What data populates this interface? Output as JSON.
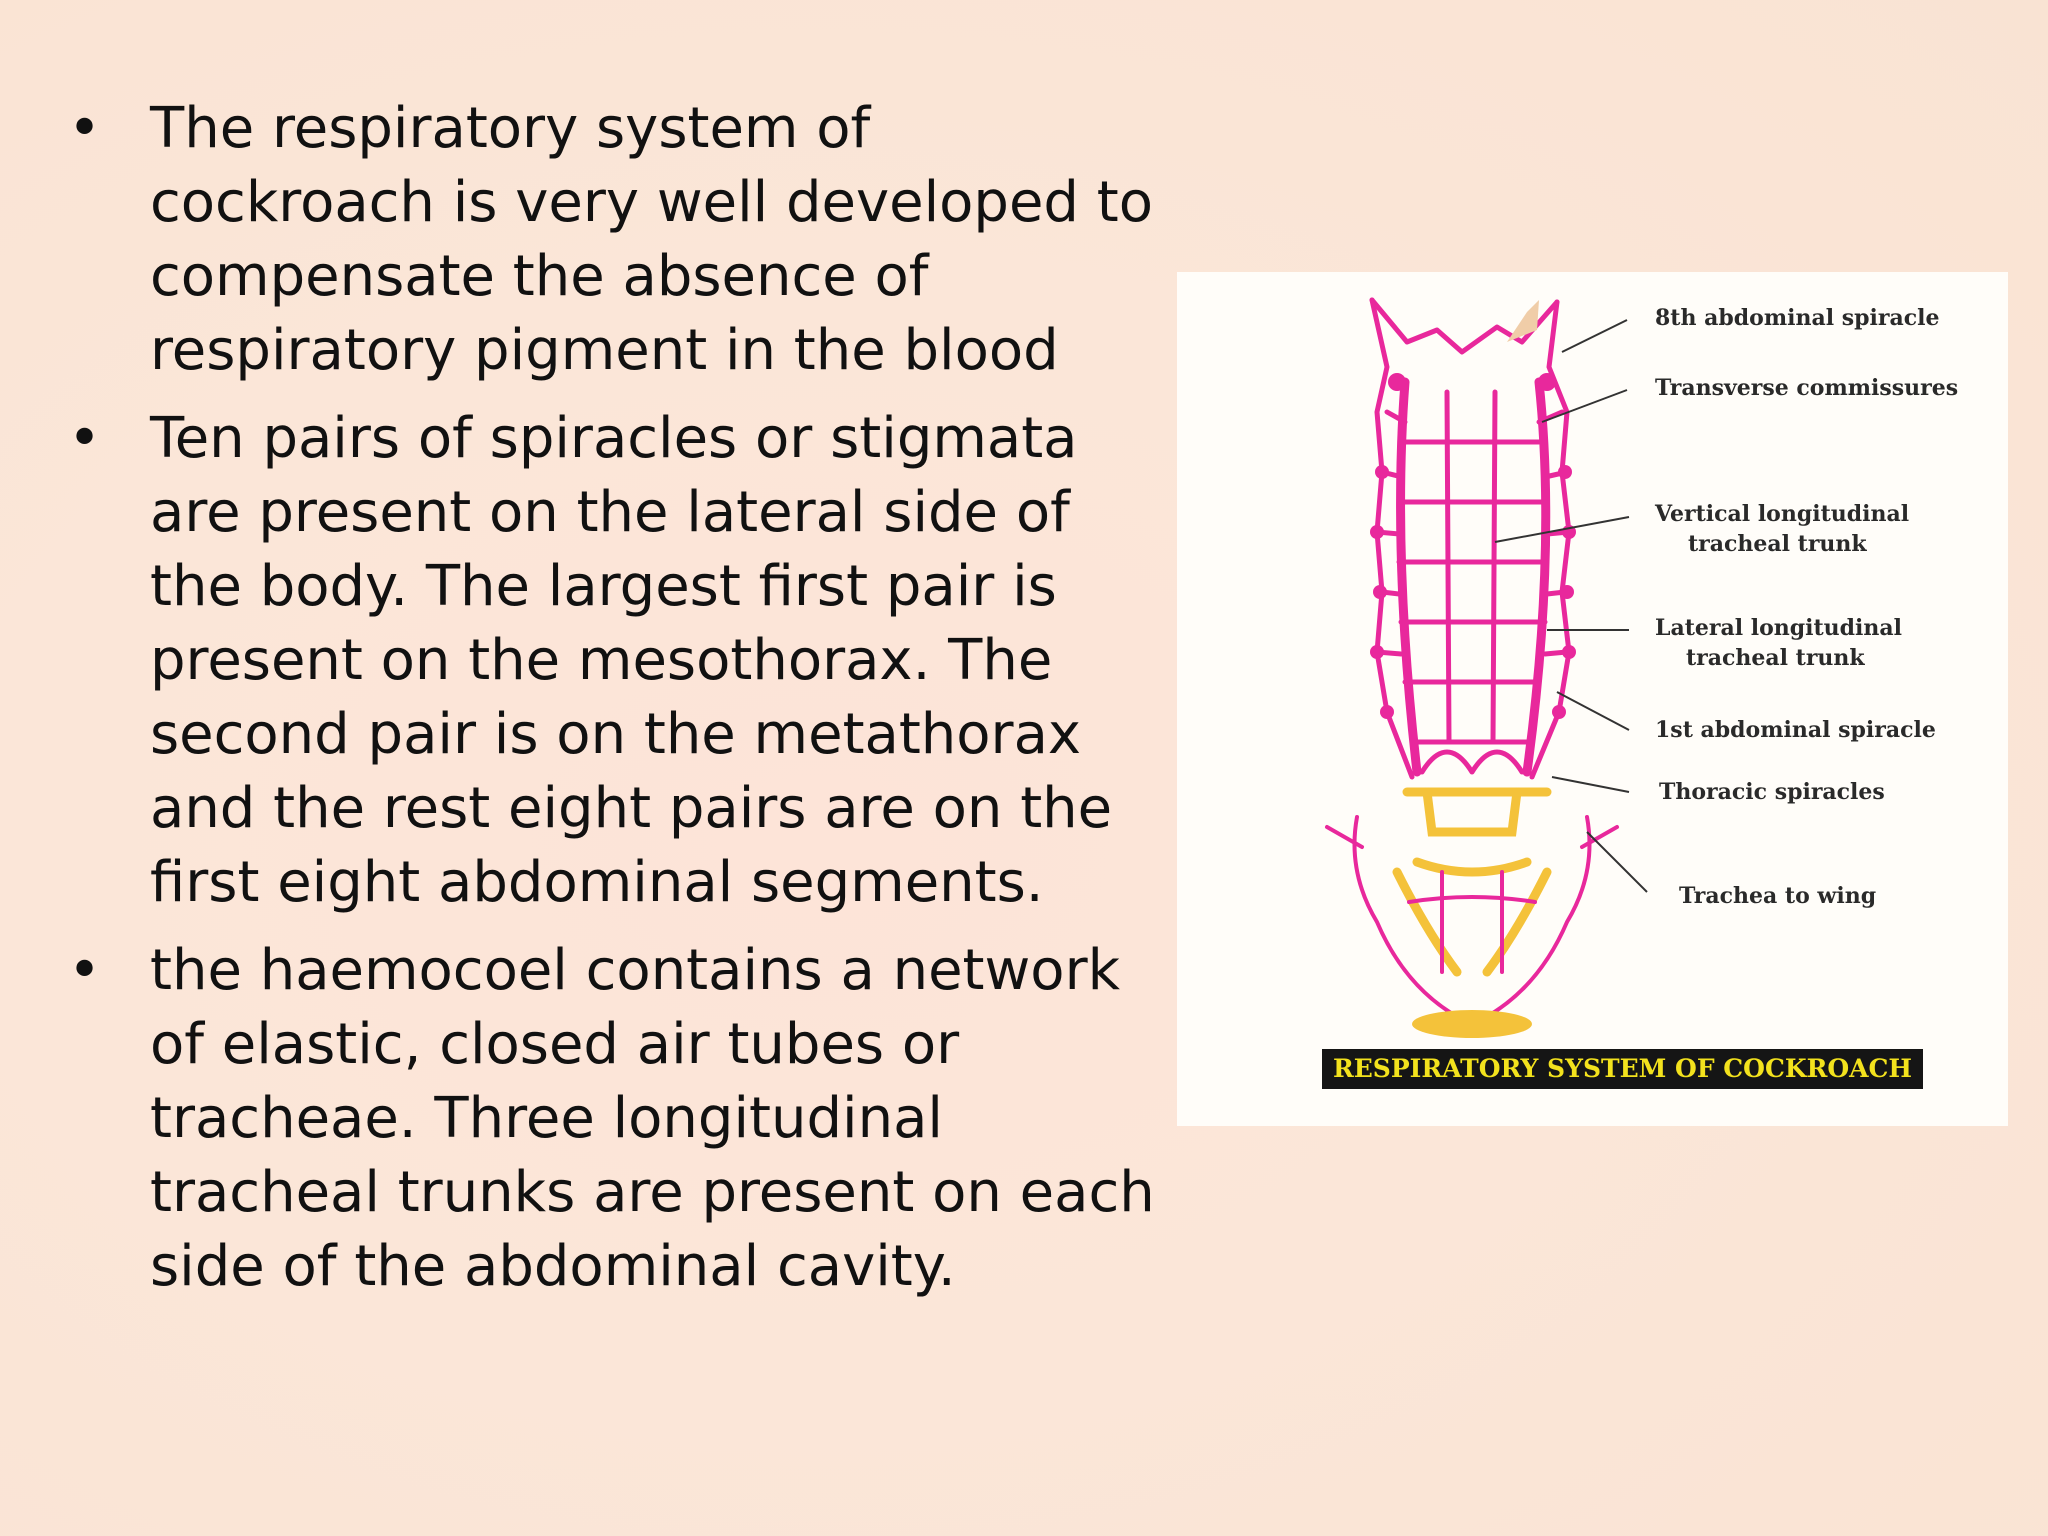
{
  "bullets": [
    "The respiratory system of cockroach is very well developed to compensate the absence of respiratory pigment in the blood",
    "Ten pairs of spiracles or stigmata are present on the lateral side of the body. The largest first pair is present on the mesothorax. The second pair is on the metathorax and the rest eight pairs are on the first eight abdominal segments.",
    "the haemocoel contains a network of elastic, closed air tubes or tracheae. Three longitudinal tracheal trunks are present on each side of the abdominal cavity."
  ],
  "figure": {
    "caption": "RESPIRATORY SYSTEM OF COCKROACH",
    "labels": {
      "spiracle_8th": "8th abdominal spiracle",
      "transverse": "Transverse commissures",
      "vertical_1": "Vertical longitudinal",
      "vertical_2": "tracheal trunk",
      "lateral_1": "Lateral longitudinal",
      "lateral_2": "tracheal trunk",
      "spiracle_1st": "1st abdominal spiracle",
      "thoracic": "Thoracic spiracles",
      "wing": "Trachea to wing"
    },
    "colors": {
      "trachea_abdominal": "#e8289c",
      "trachea_thoracic": "#f4c23a",
      "caption_text": "#f3e21d"
    }
  }
}
